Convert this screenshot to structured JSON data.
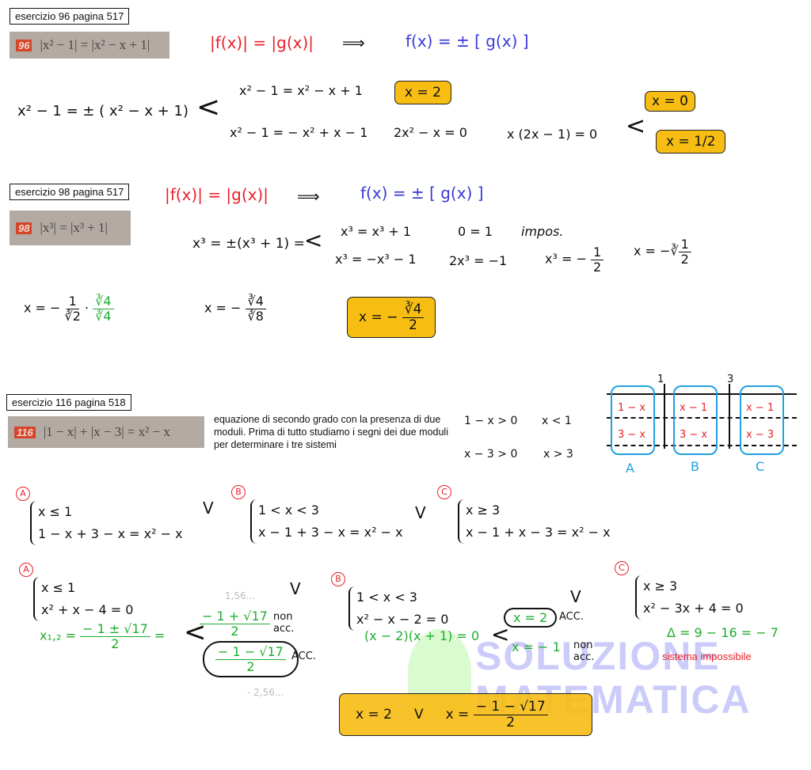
{
  "ex96": {
    "label": "esercizio 96 pagina 517",
    "badge": "96",
    "problem": "|x² − 1| = |x² − x + 1|",
    "rule_lhs": "|f(x)| = |g(x)|",
    "arrow": "⟹",
    "rule_rhs": "f(x) = ± [ g(x) ]",
    "step": "x² − 1 = ± ( x² − x + 1)",
    "case1": "x² − 1 = x² − x + 1",
    "result1": "x = 2",
    "case2": "x² − 1 = − x² + x − 1",
    "case2b": "2x² − x = 0",
    "case2c": "x (2x − 1) = 0",
    "result2a": "x = 0",
    "result2b": "x = 1/2"
  },
  "ex98": {
    "label": "esercizio 98 pagina 517",
    "badge": "98",
    "problem": "|x³| = |x³ + 1|",
    "rule_lhs": "|f(x)| = |g(x)|",
    "arrow": "⟹",
    "rule_rhs": "f(x) = ± [ g(x) ]",
    "step": "x³ = ±(x³ + 1) =",
    "case1": "x³ = x³ + 1",
    "case1b": "0 = 1",
    "case1c": "impos.",
    "case2": "x³ = −x³ − 1",
    "case2b": "2x³ = −1",
    "case2c_lhs": "x³ = −",
    "case2c_n": "1",
    "case2c_d": "2",
    "case2d_lhs": "x = −∛",
    "case2d_n": "1",
    "case2d_d": "2",
    "r1_lhs": "x = −",
    "r1_n": "1",
    "r1_d": "∛2",
    "r1_dot": "·",
    "r1_gn": "∛4",
    "r1_gd": "∛4",
    "r2_lhs": "x = −",
    "r2_n": "∛4",
    "r2_d": "∛8",
    "final_lhs": "x = −",
    "final_n": "∛4",
    "final_d": "2"
  },
  "ex116": {
    "label": "esercizio 116 pagina 518",
    "badge": "116",
    "problem": "|1 − x| + |x − 3| = x² − x",
    "description": "equazione di secondo grado con la presenza di due moduli. Prima di tutto studiamo i segni dei due moduli per determinare i tre sistemi",
    "sign1": "1 − x > 0",
    "sign1r": "x < 1",
    "sign2": "x − 3 > 0",
    "sign2r": "x > 3",
    "chart": {
      "tick1": "1",
      "tick3": "3",
      "A": [
        "1 − x",
        "3 − x"
      ],
      "B": [
        "x − 1",
        "3 − x"
      ],
      "C": [
        "x − 1",
        "x − 3"
      ],
      "letters": [
        "A",
        "B",
        "C"
      ]
    },
    "row1": {
      "A": {
        "tag": "A",
        "c1": "x ≤ 1",
        "c2": "1 − x + 3 − x = x² − x"
      },
      "or1": "V",
      "B": {
        "tag": "B",
        "c1": "1 < x < 3",
        "c2": "x − 1 + 3 − x = x² − x"
      },
      "or2": "V",
      "C": {
        "tag": "C",
        "c1": "x ≥ 3",
        "c2": "x − 1 + x − 3 = x² − x"
      }
    },
    "row2": {
      "A": {
        "tag": "A",
        "c1": "x ≤ 1",
        "c2": "x² + x − 4 = 0",
        "or": "V",
        "approx1": "1,56...",
        "sol_lhs": "x₁,₂ =",
        "sol_n": "− 1 ± √17",
        "sol_d": "2",
        "eq": "=",
        "s1n": "− 1 + √17",
        "s1d": "2",
        "s1note": "non acc.",
        "s2n": "− 1 − √17",
        "s2d": "2",
        "s2note": "ACC.",
        "approx2": "- 2,56..."
      },
      "B": {
        "tag": "B",
        "c1": "1 < x < 3",
        "c2": "x² − x − 2 = 0",
        "or": "V",
        "fact": "(x − 2)(x + 1) = 0",
        "s1": "x = 2",
        "s1note": "ACC.",
        "s2": "x = − 1",
        "s2note": "non acc."
      },
      "C": {
        "tag": "C",
        "c1": "x ≥ 3",
        "c2": "x² − 3x + 4 = 0",
        "delta": "Δ = 9 − 16 = − 7",
        "note": "sistema impossibile"
      }
    },
    "final": {
      "s1": "x = 2",
      "or": "V",
      "s2_lhs": "x =",
      "s2_n": "− 1 − √17",
      "s2_d": "2"
    }
  },
  "watermark": {
    "line1": "SOLUZIONE",
    "line2": "MATEMATICA"
  }
}
